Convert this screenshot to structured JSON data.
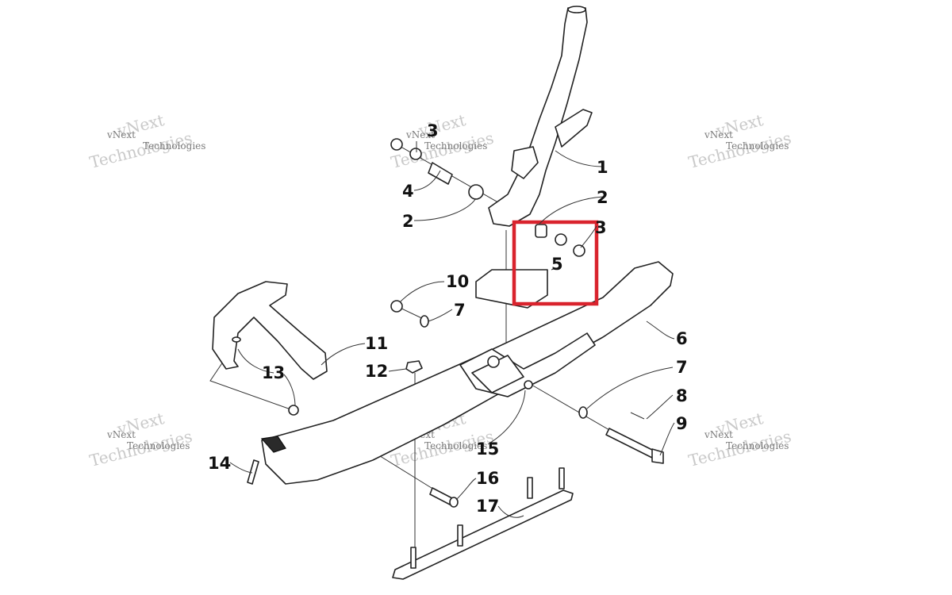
{
  "watermark": {
    "line1": "vNext",
    "line2": "Technologies"
  },
  "callouts": [
    "1",
    "2",
    "2",
    "3",
    "3",
    "4",
    "5",
    "6",
    "7",
    "7",
    "8",
    "9",
    "10",
    "11",
    "12",
    "13",
    "14",
    "15",
    "16",
    "17"
  ],
  "colors": {
    "highlight": "#d9232d",
    "ink": "#111111",
    "watermark": "#c9c9c9"
  }
}
